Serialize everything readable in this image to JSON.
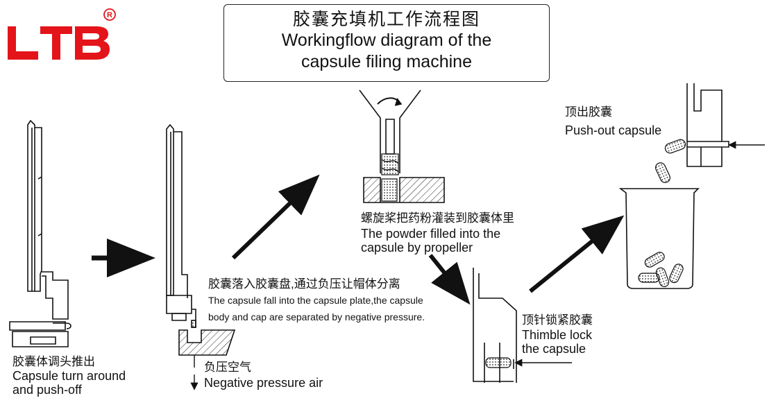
{
  "logo": {
    "text": "LTB",
    "mark": "®",
    "color": "#e3141a"
  },
  "title": {
    "zh": "胶囊充填机工作流程图",
    "en_line1": "Workingflow diagram of the",
    "en_line2": "capsule filing machine"
  },
  "steps": [
    {
      "zh": "胶囊体调头推出",
      "en_line1": "Capsule turn around",
      "en_line2": "and push-off"
    },
    {
      "zh": "胶囊落入胶囊盘,通过负压让帽体分离",
      "en_line1": "The capsule fall into the capsule plate,the capsule",
      "en_line2": "body and cap are separated by negative pressure."
    },
    {
      "zh": "负压空气",
      "en_line1": "Negative pressure air"
    },
    {
      "zh": "螺旋桨把药粉灌装到胶囊体里",
      "en_line1": "The powder filled into the",
      "en_line2": "capsule by propeller"
    },
    {
      "zh": "顶针锁紧胶囊",
      "en_line1": "Thimble lock",
      "en_line2": "the capsule"
    },
    {
      "zh": "顶出胶囊",
      "en_line1": "Push-out capsule"
    }
  ],
  "colors": {
    "ink": "#111111",
    "brand": "#e3141a"
  }
}
